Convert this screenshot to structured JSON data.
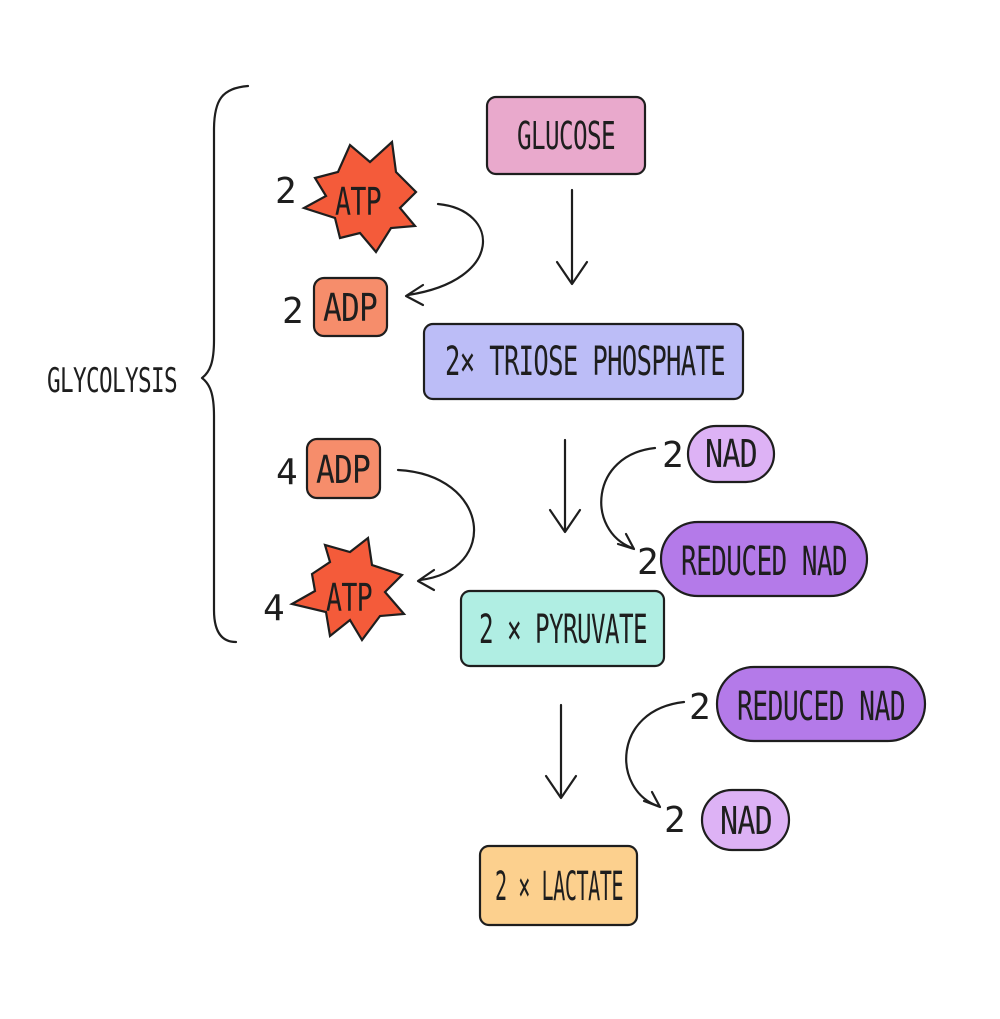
{
  "colors": {
    "glucose": "#e9a9cc",
    "triose_phosphate": "#bcbdf7",
    "pyruvate": "#b0eee3",
    "lactate": "#fcd08e",
    "atp": "#f45b3a",
    "adp": "#f68d6b",
    "nad": "#ddb2f5",
    "reduced_nad": "#b47ae9",
    "ink": "#1e1e1e"
  },
  "bracket_label": "GLYCOLYSIS",
  "main_chain": {
    "glucose": "GLUCOSE",
    "triose_phosphate": "2× TRIOSE PHOSPHATE",
    "pyruvate": "2 × PYRUVATE",
    "lactate": "2 × LACTATE"
  },
  "investment": {
    "atp_count": "2",
    "atp_label": "ATP",
    "adp_count": "2",
    "adp_label": "ADP"
  },
  "payoff": {
    "adp_count": "4",
    "adp_label": "ADP",
    "atp_count": "4",
    "atp_label": "ATP"
  },
  "oxidation_step": {
    "nad_count": "2",
    "nad_label": "NAD",
    "reduced_count": "2",
    "reduced_label": "REDUCED NAD"
  },
  "lactate_step": {
    "reduced_count": "2",
    "reduced_label": "REDUCED NAD",
    "nad_count": "2",
    "nad_label": "NAD"
  }
}
